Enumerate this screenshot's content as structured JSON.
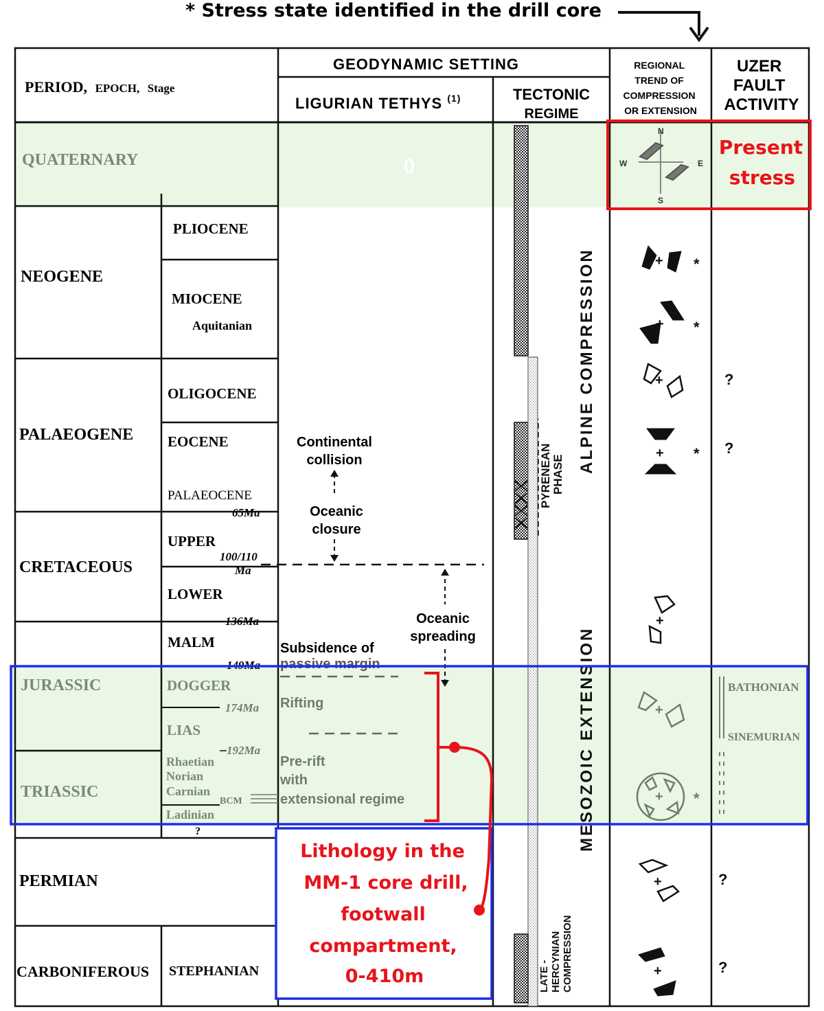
{
  "top_note": "* Stress state identified in the drill core",
  "headers": {
    "period": [
      "PERIOD,",
      "EPOCH,",
      "Stage"
    ],
    "geodynamic": "GEODYNAMIC  SETTING",
    "ligurian": "LIGURIAN  TETHYS",
    "ligurian_sup": "(1)",
    "tectonic_1": "TECTONIC",
    "tectonic_2": "REGIME",
    "regional": [
      "REGIONAL",
      "TREND OF",
      "COMPRESSION",
      "OR EXTENSION"
    ],
    "uzer": [
      "UZER",
      "FAULT",
      "ACTIVITY"
    ]
  },
  "periods": {
    "quaternary": "QUATERNARY",
    "neogene": "NEOGENE",
    "palaeogene": "PALAEOGENE",
    "cretaceous": "CRETACEOUS",
    "jurassic": "JURASSIC",
    "triassic": "TRIASSIC",
    "permian": "PERMIAN",
    "carboniferous": "CARBONIFEROUS"
  },
  "epochs": {
    "pliocene": "PLIOCENE",
    "miocene": "MIOCENE",
    "aquitanian": "Aquitanian",
    "oligocene": "OLIGOCENE",
    "eocene": "EOCENE",
    "palaeocene": "PALAEOCENE",
    "upper": "UPPER",
    "lower": "LOWER",
    "malm": "MALM",
    "dogger": "DOGGER",
    "lias": "LIAS",
    "rhaetian": "Rhaetian",
    "norian": "Norian",
    "carnian": "Carnian",
    "ladinian": "Ladinian",
    "stephanian": "STEPHANIAN",
    "question": "?"
  },
  "ages": {
    "ma65": "65Ma",
    "ma100_1": "100/110",
    "ma100_2": "Ma",
    "ma136": "136Ma",
    "ma149": "149Ma",
    "ma174": "174Ma",
    "ma192": "192Ma",
    "bcm": "BCM"
  },
  "ligurian_notes": {
    "zero": "0",
    "collision_1": "Continental",
    "collision_2": "collision",
    "closure_1": "Oceanic",
    "closure_2": "closure",
    "spreading_1": "Oceanic",
    "spreading_2": "spreading",
    "subsidence_1": "Subsidence of",
    "subsidence_2": "passive margin",
    "rifting": "Rifting",
    "prerift_1": "Pre-rift",
    "prerift_2": "with",
    "prerift_3": "extensional regime"
  },
  "tectonic": {
    "alpine": "ALPINE   COMPRESSION",
    "mesozoic": "MESOZOIC   EXTENSION",
    "pyrenean_1": "PYRENEAN",
    "pyrenean_2": "PHASE",
    "hercynian_1": "LATE -",
    "hercynian_2": "HERCYNIAN",
    "hercynian_3": "COMPRESSION"
  },
  "compass": {
    "n": "N",
    "s": "S",
    "e": "E",
    "w": "W"
  },
  "stress_marker": "*",
  "fault_activity": {
    "q1": "?",
    "q2": "?",
    "bathonian": "BATHONIAN",
    "sinemurian": "SINEMURIAN",
    "q3": "?",
    "q4": "?"
  },
  "callouts": {
    "present_1": "Present",
    "present_2": "stress",
    "lithology": [
      "Lithology in the",
      "MM-1 core drill,",
      "footwall",
      "compartment,",
      "0-410m"
    ]
  },
  "colors": {
    "highlight_fill": "#eaf7e4",
    "red": "#e8141a",
    "blue": "#1f2ee8",
    "line": "#111111"
  }
}
